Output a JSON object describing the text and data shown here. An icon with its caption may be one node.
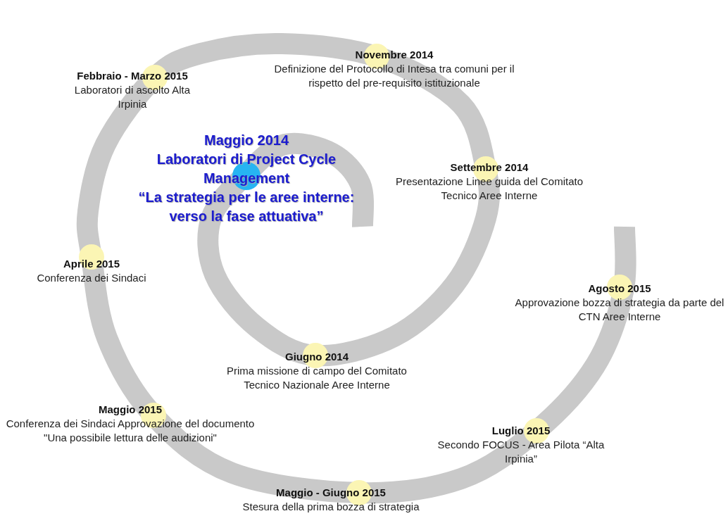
{
  "diagram": {
    "nodes": [
      {
        "text": [
          "Maggio 2014",
          "Laboratori di Project Cycle Management",
          "“La strategia per le aree interne: verso la fase attuativa”"
        ]
      },
      {
        "text": [
          "Giugno 2014",
          "Prima missione di campo del Comitato Tecnico Nazionale Aree Interne"
        ]
      },
      {
        "text": [
          "Settembre 2014",
          "Presentazione Linee guida del Comitato Tecnico Aree Interne"
        ]
      },
      {
        "text": [
          "Novembre 2014",
          "Definizione del Protocollo di Intesa tra comuni per il rispetto del pre-requisito istituzionale"
        ]
      },
      {
        "text": [
          "Febbraio - Marzo 2015",
          "Laboratori di ascolto Alta Irpinia"
        ]
      },
      {
        "text": [
          "Aprile 2015",
          "Conferenza dei Sindaci"
        ]
      },
      {
        "text": [
          "Maggio 2015",
          "Conferenza dei Sindaci Approvazione del documento \"Una possibile lettura delle audizioni\""
        ]
      },
      {
        "text": [
          "Maggio - Giugno 2015",
          "Stesura della prima bozza di strategia"
        ]
      },
      {
        "text": [
          "Luglio 2015",
          "Secondo FOCUS - Area Pilota “Alta Irpinia”"
        ]
      },
      {
        "text": [
          "Agosto 2015",
          "Approvazione bozza di strategia da parte del CTN Aree Interne"
        ]
      }
    ]
  }
}
